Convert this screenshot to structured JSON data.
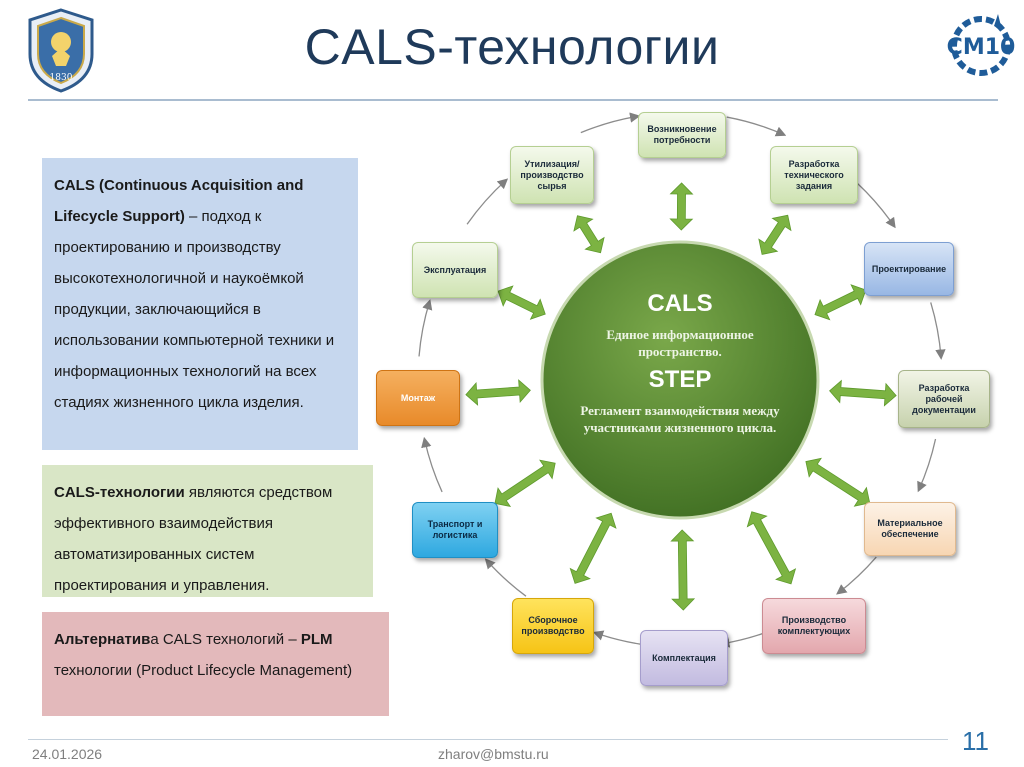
{
  "header": {
    "title": "CALS-технологии",
    "left_logo": {
      "icon": "university-crest-icon",
      "text": "1830"
    },
    "right_logo": {
      "icon": "sm10-logo-icon",
      "text": "СМ10"
    }
  },
  "definition_box": {
    "term": "CALS (Continuous Acquisition and Lifecycle Support)",
    "text": " – подход к проектированию и производству высокотехнологичной и наукоёмкой продукции, заключающийся в использовании компьютерной техники и информационных технологий на всех стадиях жизненного цикла изделия.",
    "color": "#c6d7ee"
  },
  "technologies_box": {
    "term": "CALS-технологии",
    "text": " являются средством эффективного взаимодействия автоматизированных систем проектирования и управления.",
    "color": "#d9e6c6"
  },
  "alternative_box": {
    "term_bold": "Альтернатив",
    "term_rest": "а CALS технологий – ",
    "plm": "PLM",
    "text": " технологии (Product Lifecycle Management)",
    "color": "#e3b9bb"
  },
  "diagram": {
    "center": {
      "cals": "CALS",
      "cals_desc": "Единое информационное пространство.",
      "step": "STEP",
      "step_desc": "Регламент взаимодействия между участниками жизненного цикла.",
      "color": "#5a8a35"
    },
    "nodes": [
      "Возникновение потребности",
      "Разработка технического задания",
      "Проектирование",
      "Разработка рабочей документации",
      "Материальное обеспечение",
      "Производство комплектующих",
      "Комплектация",
      "Сборочное производство",
      "Транспорт и логистика",
      "Монтаж",
      "Эксплуатация",
      "Утилизация/ производство сырья"
    ],
    "arrow_color": "#7cb342"
  },
  "footer": {
    "date": "24.01.2026",
    "email": "zharov@bmstu.ru",
    "page": "11"
  }
}
